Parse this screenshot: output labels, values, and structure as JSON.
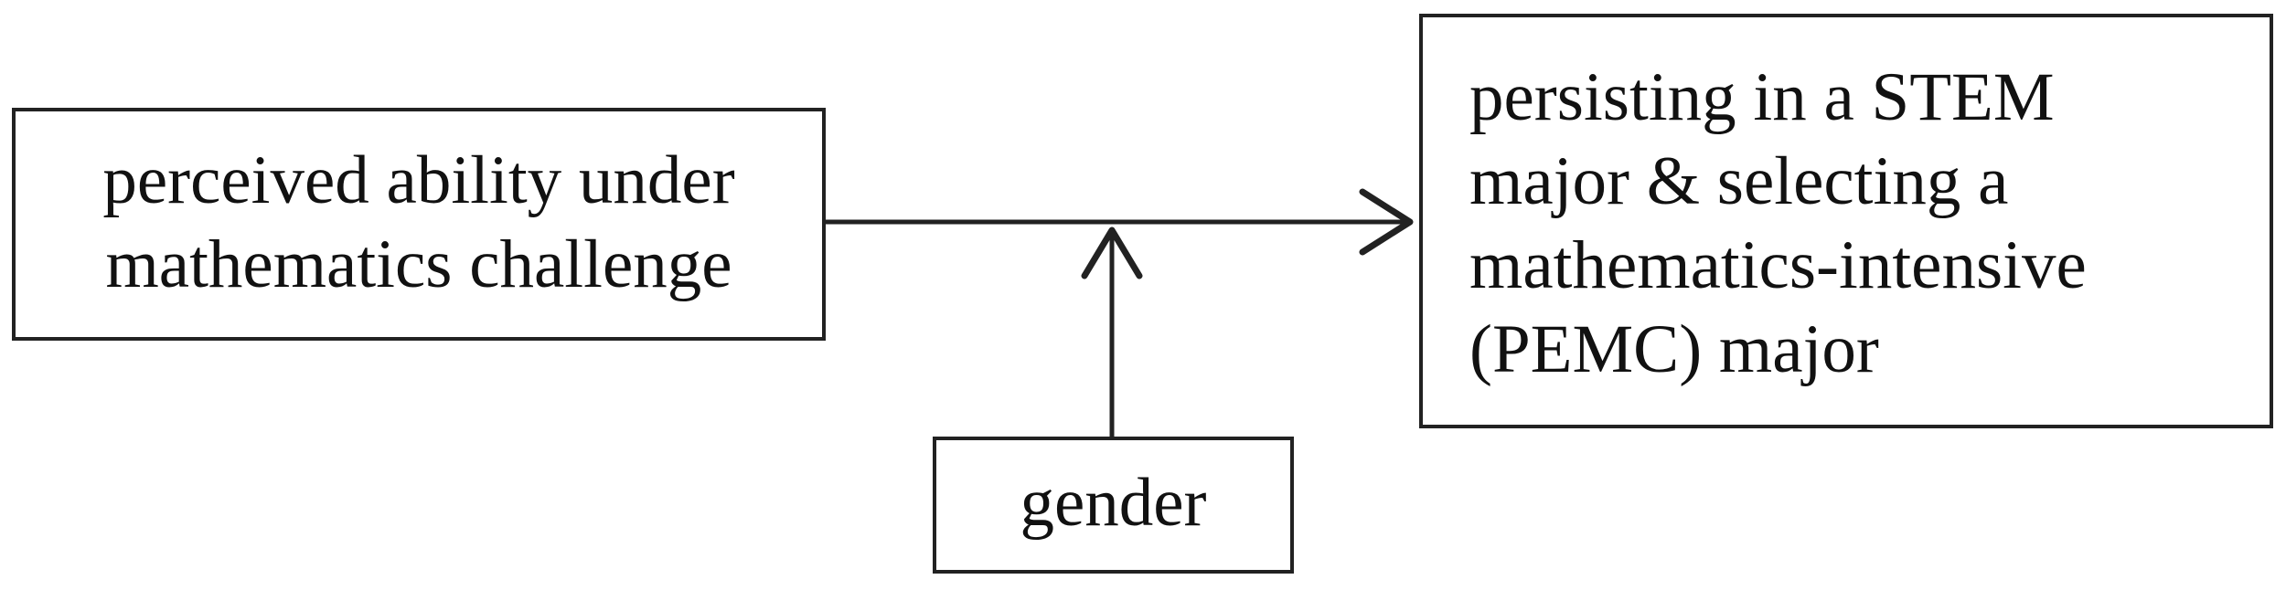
{
  "diagram": {
    "nodes": {
      "predictor": {
        "lines": [
          "perceived ability under",
          "mathematics challenge"
        ]
      },
      "outcome": {
        "lines": [
          "persisting in a STEM",
          "major & selecting a",
          "mathematics-intensive",
          "(PEMC) major"
        ]
      },
      "moderator": {
        "lines": [
          "gender"
        ]
      }
    },
    "edges": [
      {
        "from": "predictor",
        "to": "outcome",
        "kind": "direct-effect"
      },
      {
        "from": "moderator",
        "to": "predictor-outcome-path",
        "kind": "moderation"
      }
    ],
    "colors": {
      "stroke": "#222222",
      "text": "#111111",
      "background": "#ffffff"
    }
  }
}
